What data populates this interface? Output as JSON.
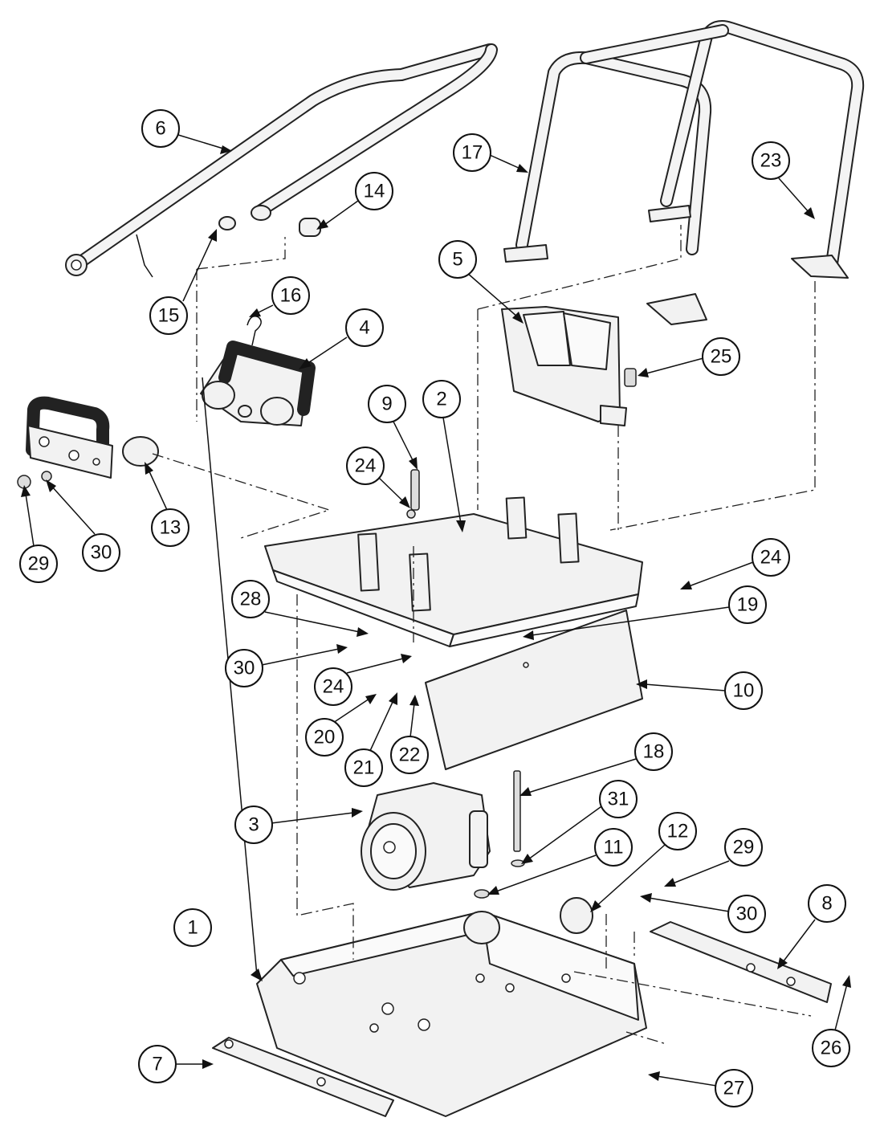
{
  "callouts": [
    {
      "id": "1"
    },
    {
      "id": "2"
    },
    {
      "id": "3"
    },
    {
      "id": "4"
    },
    {
      "id": "5"
    },
    {
      "id": "6"
    },
    {
      "id": "7"
    },
    {
      "id": "8"
    },
    {
      "id": "9"
    },
    {
      "id": "10"
    },
    {
      "id": "11"
    },
    {
      "id": "12"
    },
    {
      "id": "13"
    },
    {
      "id": "14"
    },
    {
      "id": "15"
    },
    {
      "id": "16"
    },
    {
      "id": "17"
    },
    {
      "id": "18"
    },
    {
      "id": "19"
    },
    {
      "id": "20"
    },
    {
      "id": "21"
    },
    {
      "id": "22"
    },
    {
      "id": "23"
    },
    {
      "id": "24"
    },
    {
      "id": "24"
    },
    {
      "id": "24"
    },
    {
      "id": "25"
    },
    {
      "id": "26"
    },
    {
      "id": "27"
    },
    {
      "id": "28"
    },
    {
      "id": "29"
    },
    {
      "id": "29"
    },
    {
      "id": "30"
    },
    {
      "id": "30"
    },
    {
      "id": "30"
    },
    {
      "id": "31"
    }
  ]
}
